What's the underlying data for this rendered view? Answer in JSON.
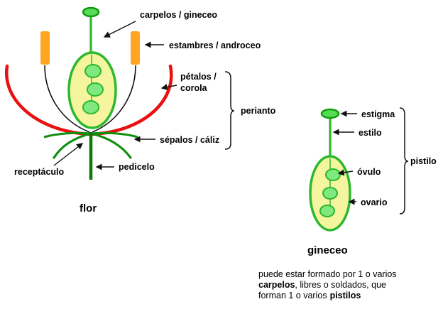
{
  "colors": {
    "outline_green": "#2db82d",
    "dark_green": "#0a7a0a",
    "stigma_fill": "#55dd55",
    "ovary_fill": "#f5f5a0",
    "ovule_fill": "#7fe97f",
    "stamen_orange": "#ffa520",
    "petal_red": "#e81010",
    "sepal_green": "#0f8f0f",
    "line_black": "#111111"
  },
  "flower": {
    "labels": {
      "carpels": "carpelos / gineceo",
      "stamens": "estambres / androceo",
      "petals_line1": "pétalos /",
      "petals_line2": "corola",
      "perianth": "perianto",
      "sepals": "sépalos / cáliz",
      "pedicel": "pedicelo",
      "receptacle": "receptáculo",
      "title": "flor"
    }
  },
  "pistil": {
    "labels": {
      "stigma": "estigma",
      "style": "estilo",
      "ovule": "óvulo",
      "ovary": "ovario",
      "pistil": "pistilo",
      "title": "gineceo"
    }
  },
  "caption": {
    "line1": "puede estar formado por 1 o varios",
    "line2_bold": "carpelos",
    "line2_rest": ", libres o soldados, que",
    "line3_rest": "forman 1 o varios",
    "line3_bold": "pistilos"
  }
}
